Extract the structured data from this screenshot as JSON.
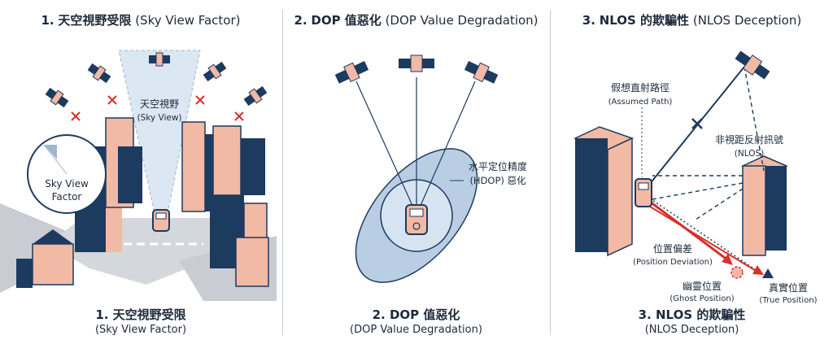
{
  "panels": [
    {
      "top_num": "1.",
      "top_title": "天空視野受限",
      "top_sub": "(Sky View Factor)",
      "bottom_title": "1. 天空視野受限",
      "bottom_sub": "(Sky View Factor)",
      "labels": {
        "sky_view": "天空視野",
        "sky_view_en": "(Sky View)",
        "svf_line1": "Sky View",
        "svf_line2": "Factor"
      }
    },
    {
      "top_num": "2.",
      "top_title": "DOP 值惡化",
      "top_sub": "(DOP Value Degradation)",
      "bottom_title": "2. DOP 值惡化",
      "bottom_sub": "(DOP Value Degradation)",
      "labels": {
        "hdop_line1": "水平定位精度",
        "hdop_line2": "(HDOP) 惡化"
      }
    },
    {
      "top_num": "3.",
      "top_title": "NLOS 的欺騙性",
      "top_sub": "(NLOS Deception)",
      "bottom_title": "3. NLOS 的欺騙性",
      "bottom_sub": "(NLOS Deception)",
      "labels": {
        "assumed": "假想直射路徑",
        "assumed_en": "(Assumed Path)",
        "nlos": "非視距反射訊號",
        "nlos_en": "(NLOS)",
        "deviation": "位置偏差",
        "deviation_en": "(Position Deviation)",
        "ghost": "幽靈位置",
        "ghost_en": "(Ghost Position)",
        "true_pos": "真實位置",
        "true_pos_en": "(True Position)"
      }
    }
  ],
  "colors": {
    "navy": "#1d3a5f",
    "building_salmon": "#f2b9a5",
    "light_blue": "#dbe7f3",
    "ellipse_blue": "#9fbcda",
    "red": "#d9302b",
    "road_gray": "#c9cdd3"
  }
}
